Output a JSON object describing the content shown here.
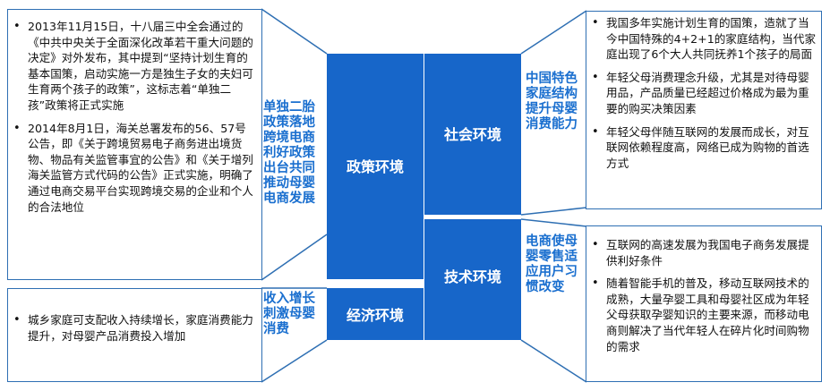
{
  "policy": {
    "center_label": "政策环境",
    "summary": "单独二胎政策落地跨境电商利好政策出台共同推动母婴电商发展",
    "bullets": [
      "2013年11月15日，十八届三中全会通过的《中共中央关于全面深化改革若干重大问题的决定》对外发布，其中提到“坚持计划生育的基本国策，启动实施一方是独生子女的夫妇可生育两个孩子的政策”，这标志着“单独二孩”政策将正式实施",
      "2014年8月1日，海关总署发布的56、57号公告，即《关于跨境贸易电子商务进出境货物、物品有关监管事宜的公告》和《关于增列海关监管方式代码的公告》正式实施，明确了通过电商交易平台实现跨境交易的企业和个人的合法地位"
    ]
  },
  "economy": {
    "center_label": "经济环境",
    "summary": "收入增长刺激母婴消费",
    "bullets": [
      "城乡家庭可支配收入持续增长，家庭消费能力提升，对母婴产品消费投入增加"
    ]
  },
  "society": {
    "center_label": "社会环境",
    "summary": "中国特色家庭结构提升母婴消费能力",
    "bullets": [
      "我国多年实施计划生育的国策，造就了当今中国特殊的4+2+1的家庭结构，当代家庭出现了6个大人共同抚养1个孩子的局面",
      "年轻父母消费理念升级，尤其是对待母婴用品，产品质量已经超过价格成为最为重要的购买决策因素",
      "年轻父母伴随互联网的发展而成长，对互联网依赖程度高，网络已成为购物的首选方式"
    ]
  },
  "technology": {
    "center_label": "技术环境",
    "summary": "电商使母婴零售适应用户习惯改变",
    "bullets": [
      "互联网的高速发展为我国电子商务发展提供利好条件",
      "随着智能手机的普及，移动互联网技术的成熟，大量孕婴工具和母婴社区成为年轻父母获取孕婴知识的主要来源，而移动电商则解决了当代年轻人在碎片化时间购物的需求"
    ]
  }
}
